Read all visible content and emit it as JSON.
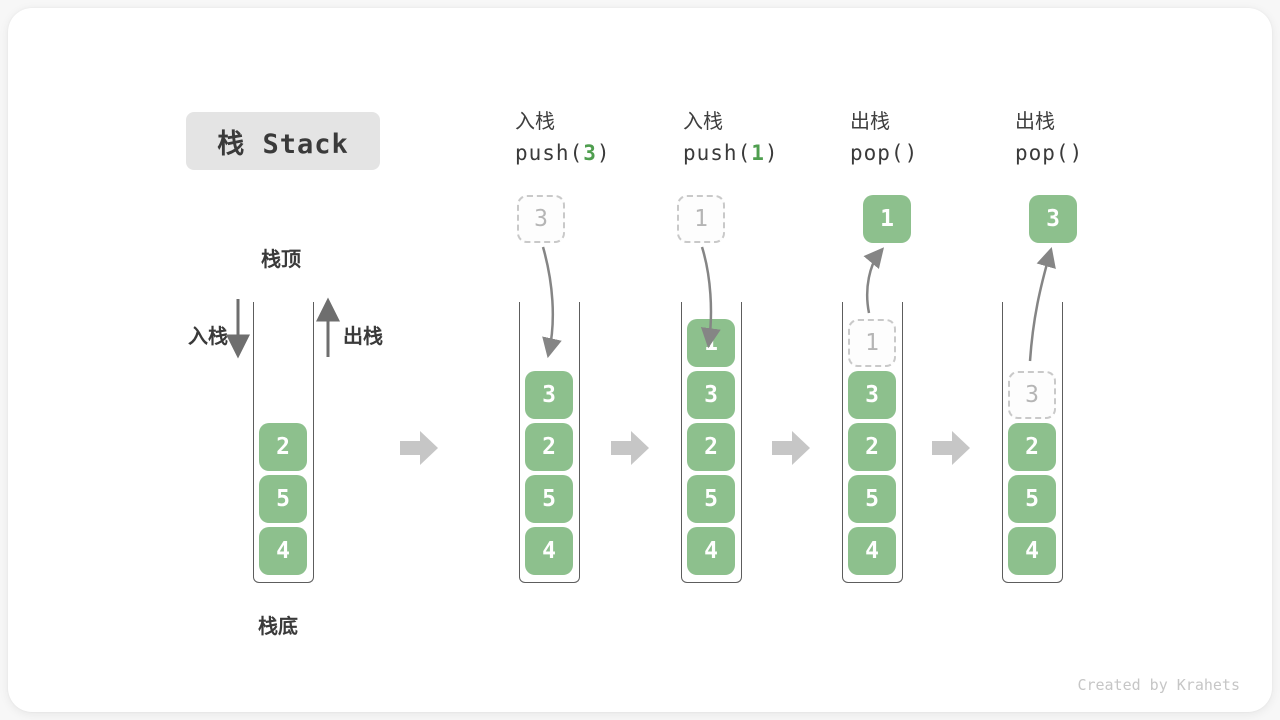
{
  "title": "栈 Stack",
  "watermark": "Created by Krahets",
  "labels": {
    "stack_top": "栈顶",
    "stack_bottom": "栈底",
    "push_side": "入栈",
    "pop_side": "出栈"
  },
  "colors": {
    "box_green": "#8dc08d",
    "code_arg_green": "#4f9e4f",
    "text_dark": "#3a3a3a",
    "ghost_text": "#b5b5b5",
    "ghost_border": "#c9c9c9",
    "stack_wall": "#5d5d5d",
    "curved_arrow": "#858585",
    "side_arrow": "#6e6e6e",
    "block_arrow": "#c6c6c6",
    "title_bg": "#e4e4e4"
  },
  "columns": [
    {
      "name": "initial-state",
      "op": null,
      "code": null,
      "float": null,
      "stack": [
        {
          "value": "2"
        },
        {
          "value": "5"
        },
        {
          "value": "4"
        }
      ]
    },
    {
      "name": "push-3",
      "op": "入栈",
      "code": {
        "pre": "push(",
        "arg": "3",
        "post": ")"
      },
      "float": {
        "value": "3",
        "style": "ghost"
      },
      "stack": [
        {
          "value": "3"
        },
        {
          "value": "2"
        },
        {
          "value": "5"
        },
        {
          "value": "4"
        }
      ]
    },
    {
      "name": "push-1",
      "op": "入栈",
      "code": {
        "pre": "push(",
        "arg": "1",
        "post": ")"
      },
      "float": {
        "value": "1",
        "style": "ghost"
      },
      "stack": [
        {
          "value": "1"
        },
        {
          "value": "3"
        },
        {
          "value": "2"
        },
        {
          "value": "5"
        },
        {
          "value": "4"
        }
      ]
    },
    {
      "name": "pop-1",
      "op": "出栈",
      "code": {
        "pre": "pop()",
        "arg": "",
        "post": ""
      },
      "float": {
        "value": "1",
        "style": "solid"
      },
      "stack": [
        {
          "value": "1",
          "ghost": true
        },
        {
          "value": "3"
        },
        {
          "value": "2"
        },
        {
          "value": "5"
        },
        {
          "value": "4"
        }
      ]
    },
    {
      "name": "pop-3",
      "op": "出栈",
      "code": {
        "pre": "pop()",
        "arg": "",
        "post": ""
      },
      "float": {
        "value": "3",
        "style": "solid"
      },
      "stack": [
        {
          "value": "3",
          "ghost": true
        },
        {
          "value": "2"
        },
        {
          "value": "5"
        },
        {
          "value": "4"
        }
      ]
    }
  ]
}
